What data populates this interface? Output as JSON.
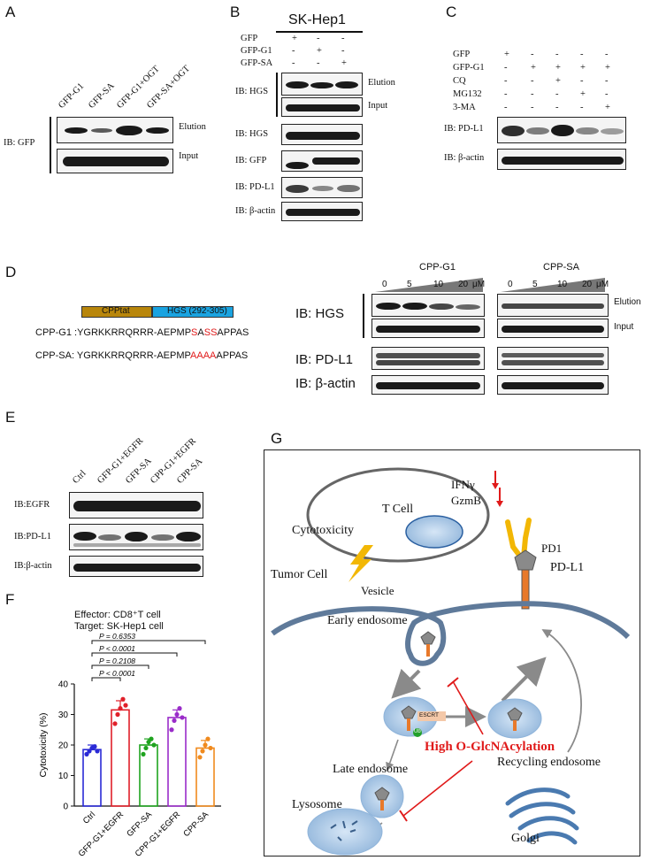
{
  "panels": {
    "A": {
      "letter": "A",
      "lanes": [
        "GFP-G1",
        "GFP-SA",
        "GFP-G1+OGT",
        "GFP-SA+OGT"
      ],
      "ib": "IB: GFP",
      "rows": [
        "Elution",
        "Input"
      ]
    },
    "B": {
      "letter": "B",
      "cell_line": "SK-Hep1",
      "conditions": [
        {
          "label": "GFP",
          "marks": [
            "+",
            "-",
            "-"
          ]
        },
        {
          "label": "GFP-G1",
          "marks": [
            "-",
            "+",
            "-"
          ]
        },
        {
          "label": "GFP-SA",
          "marks": [
            "-",
            "-",
            "+"
          ]
        }
      ],
      "blots": [
        "IB: HGS",
        "IB: HGS",
        "IB: GFP",
        "IB: PD-L1",
        "IB: β-actin"
      ],
      "rows": [
        "Elution",
        "Input"
      ]
    },
    "C": {
      "letter": "C",
      "conditions": [
        {
          "label": "GFP",
          "marks": [
            "+",
            "-",
            "-",
            "-",
            "-"
          ]
        },
        {
          "label": "GFP-G1",
          "marks": [
            "-",
            "+",
            "+",
            "+",
            "+"
          ]
        },
        {
          "label": "CQ",
          "marks": [
            "-",
            "-",
            "+",
            "-",
            "-"
          ]
        },
        {
          "label": "MG132",
          "marks": [
            "-",
            "-",
            "-",
            "+",
            "-"
          ]
        },
        {
          "label": "3-MA",
          "marks": [
            "-",
            "-",
            "-",
            "-",
            "+"
          ]
        }
      ],
      "blots": [
        "IB: PD-L1",
        "IB: β-actin"
      ]
    },
    "D": {
      "letter": "D",
      "construct": {
        "cpp": "CPPtat",
        "hgs": "HGS (292-305)",
        "cpp_color": "#b8860b",
        "hgs_color": "#1aa3e0"
      },
      "seq_g1": {
        "label": "CPP-G1 :",
        "pre": "YGRKKRRQRRR-AEPMP",
        "mut1": "S",
        "mid": "A",
        "mut2": "SS",
        "post": "APPAS"
      },
      "seq_sa": {
        "label": "CPP-SA: ",
        "pre": "YGRKKRRQRRR-AEPMP",
        "mut": "AAAA",
        "post": "APPAS"
      },
      "groups": [
        "CPP-G1",
        "CPP-SA"
      ],
      "doses": [
        "0",
        "5",
        "10",
        "20"
      ],
      "unit": "μM",
      "blots": [
        "IB: HGS",
        "IB: PD-L1",
        "IB: β-actin"
      ],
      "rows": [
        "Elution",
        "Input"
      ]
    },
    "E": {
      "letter": "E",
      "lanes": [
        "Ctrl",
        "GFP-G1+EGFR",
        "GFP-SA",
        "CPP-G1+EGFR",
        "CPP-SA"
      ],
      "blots": [
        "IB:EGFR",
        "IB:PD-L1",
        "IB:β-actin"
      ]
    },
    "F": {
      "letter": "F",
      "effector": "Effector: CD8⁺T cell",
      "target": "Target: SK-Hep1 cell",
      "pvalues": [
        "P < 0.0001",
        "P = 0.2108",
        "P < 0.0001",
        "P = 0.6353"
      ]
    },
    "G": {
      "letter": "G",
      "t_cell": "T Cell",
      "ifng": "IFNγ",
      "gzmb": "GzmB",
      "cytotoxicity": "Cytotoxicity",
      "pd1": "PD1",
      "pdl1": "PD-L1",
      "tumor_cell": "Tumor Cell",
      "vesicle": "Vesicle",
      "early_endosome": "Early endosome",
      "escrt": "ESCRT",
      "ub": "Ub",
      "late_endosome": "Late endosome",
      "recycling_endosome": "Recycling endosome",
      "lysosome": "Lysosome",
      "golgi": "Golgi",
      "high_oglcnac": "High O-GlcNAcylation",
      "accent_red": "#e01a1a"
    }
  },
  "chart_data": {
    "type": "bar",
    "categories": [
      "Ctrl",
      "GFP-G1+EGFR",
      "GFP-SA",
      "CPP-G1+EGFR",
      "CPP-SA"
    ],
    "values": [
      18.5,
      31.5,
      20.0,
      29.0,
      19.0
    ],
    "errors": [
      1.5,
      3.0,
      2.0,
      2.5,
      2.5
    ],
    "points": [
      [
        17,
        18,
        19,
        19.5,
        18
      ],
      [
        27,
        30,
        32,
        35,
        33
      ],
      [
        17,
        19,
        21,
        22,
        20
      ],
      [
        25,
        28,
        30,
        32,
        29
      ],
      [
        16,
        18,
        20,
        22,
        19
      ]
    ],
    "colors": [
      "#2a2ad6",
      "#e0202a",
      "#1fa31f",
      "#9a2cc9",
      "#f08a1e"
    ],
    "ylabel": "Cytotoxicity (%)",
    "yticks": [
      "0",
      "10",
      "20",
      "30",
      "40"
    ],
    "ylim": [
      0,
      40
    ],
    "comparisons": [
      {
        "from": 0,
        "to": 1,
        "p": "P < 0.0001"
      },
      {
        "from": 0,
        "to": 2,
        "p": "P = 0.2108"
      },
      {
        "from": 0,
        "to": 3,
        "p": "P < 0.0001"
      },
      {
        "from": 0,
        "to": 4,
        "p": "P = 0.6353"
      }
    ]
  }
}
